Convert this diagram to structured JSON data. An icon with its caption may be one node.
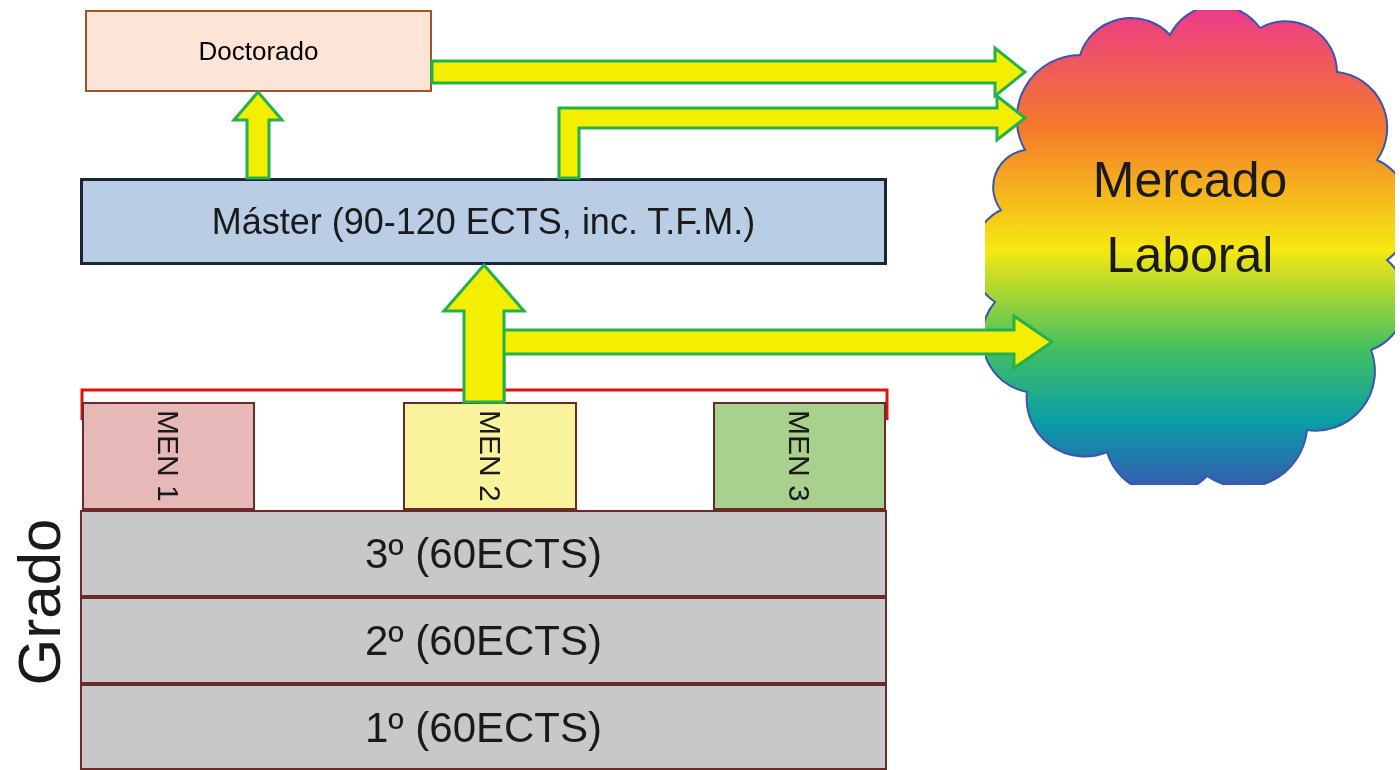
{
  "diagram": {
    "nodes": [
      {
        "text": [
          "Doctorado"
        ]
      },
      {
        "text": [
          "Máster (90-120 ECTS, inc. T.F.M.)"
        ]
      },
      {
        "text": [
          "Mercado Laboral"
        ]
      },
      {
        "text": [
          "MEN 1"
        ]
      },
      {
        "text": [
          "MEN 2"
        ]
      },
      {
        "text": [
          "MEN 3"
        ]
      },
      {
        "text": [
          "3º (60ECTS)"
        ]
      },
      {
        "text": [
          "2º (60ECTS)"
        ]
      },
      {
        "text": [
          "1º (60ECTS)"
        ]
      }
    ],
    "edges": [
      {
        "from": 1,
        "to": 0,
        "arrow": "to",
        "style": "thick"
      },
      {
        "from": 0,
        "to": 2,
        "arrow": "to",
        "style": "thick"
      },
      {
        "from": 1,
        "to": 2,
        "arrow": "to",
        "style": "thick"
      },
      {
        "from": 4,
        "to": 1,
        "arrow": "to",
        "style": "thick"
      },
      {
        "from": 4,
        "to": 2,
        "arrow": "to",
        "style": "thick"
      }
    ],
    "labels": [
      "Grado"
    ]
  }
}
